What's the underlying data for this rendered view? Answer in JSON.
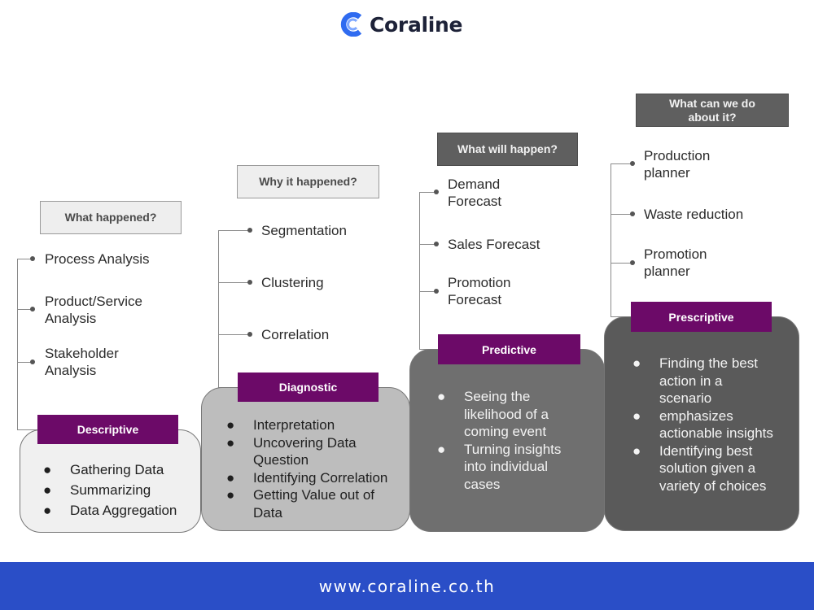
{
  "brand": {
    "name": "Coraline"
  },
  "columns": [
    {
      "question": "What happened?",
      "items": [
        "Process Analysis",
        "Product/Service\nAnalysis",
        "Stakeholder\nAnalysis"
      ],
      "tag": "Descriptive",
      "bullets": [
        "Gathering Data",
        "Summarizing",
        "Data Aggregation"
      ]
    },
    {
      "question": "Why it happened?",
      "items": [
        "Segmentation",
        "Clustering",
        "Correlation"
      ],
      "tag": "Diagnostic",
      "bullets": [
        "Interpretation",
        "Uncovering Data\nQuestion",
        "Identifying Correlation",
        "Getting Value out of\nData"
      ]
    },
    {
      "question": "What will happen?",
      "items": [
        "Demand\nForecast",
        "Sales Forecast",
        "Promotion\nForecast"
      ],
      "tag": "Predictive",
      "bullets": [
        "Seeing the\nlikelihood of a\ncoming event",
        "Turning insights\ninto individual\ncases"
      ]
    },
    {
      "question": "What can we do\nabout it?",
      "items": [
        "Production\nplanner",
        "Waste reduction",
        "Promotion\nplanner"
      ],
      "tag": "Prescriptive",
      "bullets": [
        "Finding the best\naction in a\nscenario",
        "emphasizes\nactionable insights",
        "Identifying best\nsolution given a\nvariety of choices"
      ]
    }
  ],
  "bullet_glyph": "●",
  "footer": {
    "url": "www.coraline.co.th"
  },
  "colors": {
    "tag": "#6c0a68",
    "footer": "#2a4ec7",
    "logo_blue": "#2f6bf0"
  }
}
